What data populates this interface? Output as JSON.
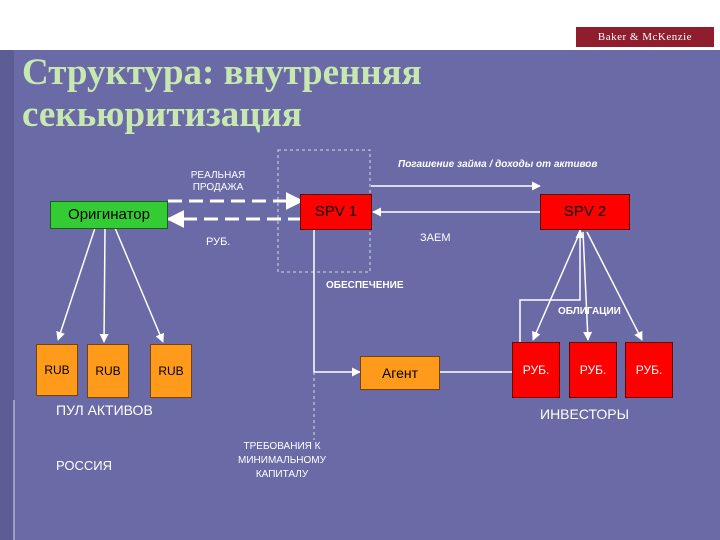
{
  "header": {
    "logo_text": "Baker & McKenzie",
    "title_line1": "Структура: внутренняя",
    "title_line2": "секьюритизация"
  },
  "nodes": {
    "originator": "Оригинатор",
    "spv1": "SPV 1",
    "spv2": "SPV 2",
    "agent": "Агент",
    "assets": [
      "RUB",
      "RUB",
      "RUB"
    ],
    "investors": [
      "РУБ.",
      "РУБ.",
      "РУБ."
    ]
  },
  "labels": {
    "true_sale": "РЕАЛЬНАЯ ПРОДАЖА",
    "rub_payment": "РУБ.",
    "loan_repayment": "Погашение займа / доходы от активов",
    "loan": "ЗАЕМ",
    "collateral": "ОБЕСПЕЧЕНИЕ",
    "bonds": "ОБЛИГАЦИИ",
    "asset_pool": "ПУЛ АКТИВОВ",
    "russia": "РОССИЯ",
    "investors": "ИНВЕСТОРЫ",
    "capital_requirements": "ТРЕБОВАНИЯ К МИНИМАЛЬНОМУ КАПИТАЛУ"
  },
  "colors": {
    "background": "#6a6aa6",
    "title": "#c8e8b0",
    "logo": "#8f1d2e",
    "originator": "#33cc33",
    "spv": "#ff0000",
    "agent": "#ff9a1a",
    "assets": "#ff9a1a",
    "investors": "#ff0000"
  }
}
